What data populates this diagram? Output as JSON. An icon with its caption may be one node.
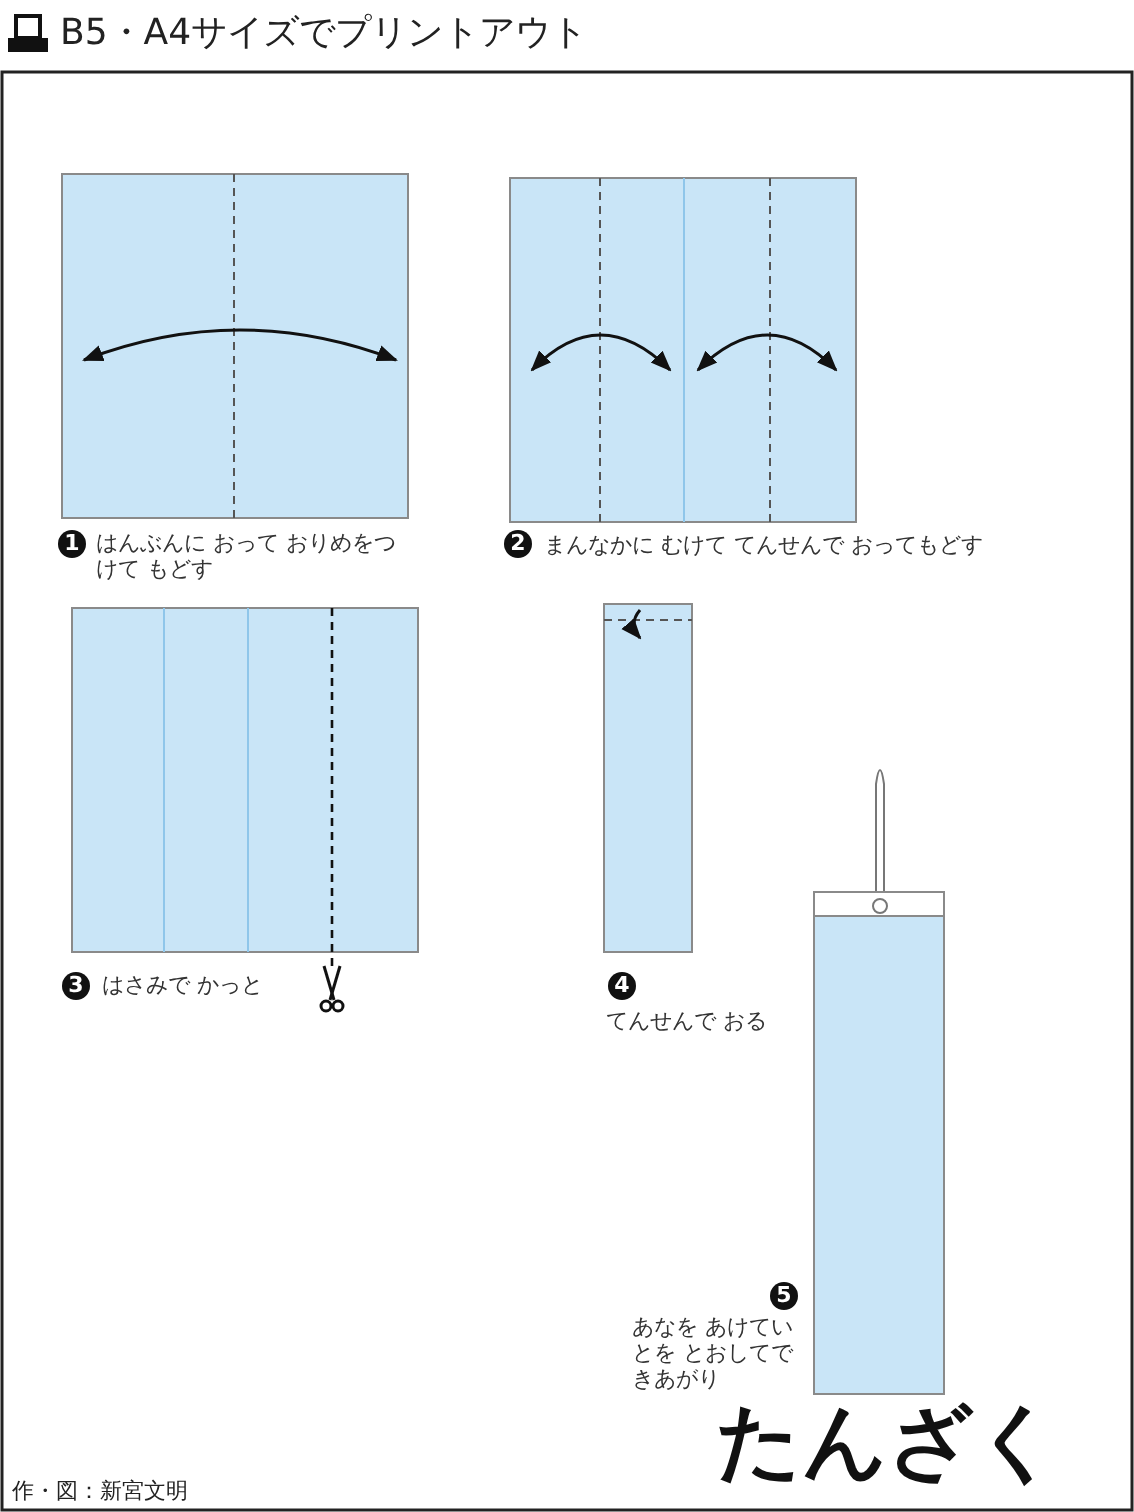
{
  "diagram": {
    "title": "B5・A4サイズでプリントアウト",
    "labels": [
      "1",
      "はんぶんに おって おりめをつけて もどす",
      "2",
      "まんなかに むけて てんせんで おってもどす",
      "3",
      "はさみで かっと",
      "4",
      "てんせんで おる",
      "5",
      "あなを あけていとを とおしてできあがり",
      "たんざく",
      "作・図：新宮文明"
    ]
  }
}
